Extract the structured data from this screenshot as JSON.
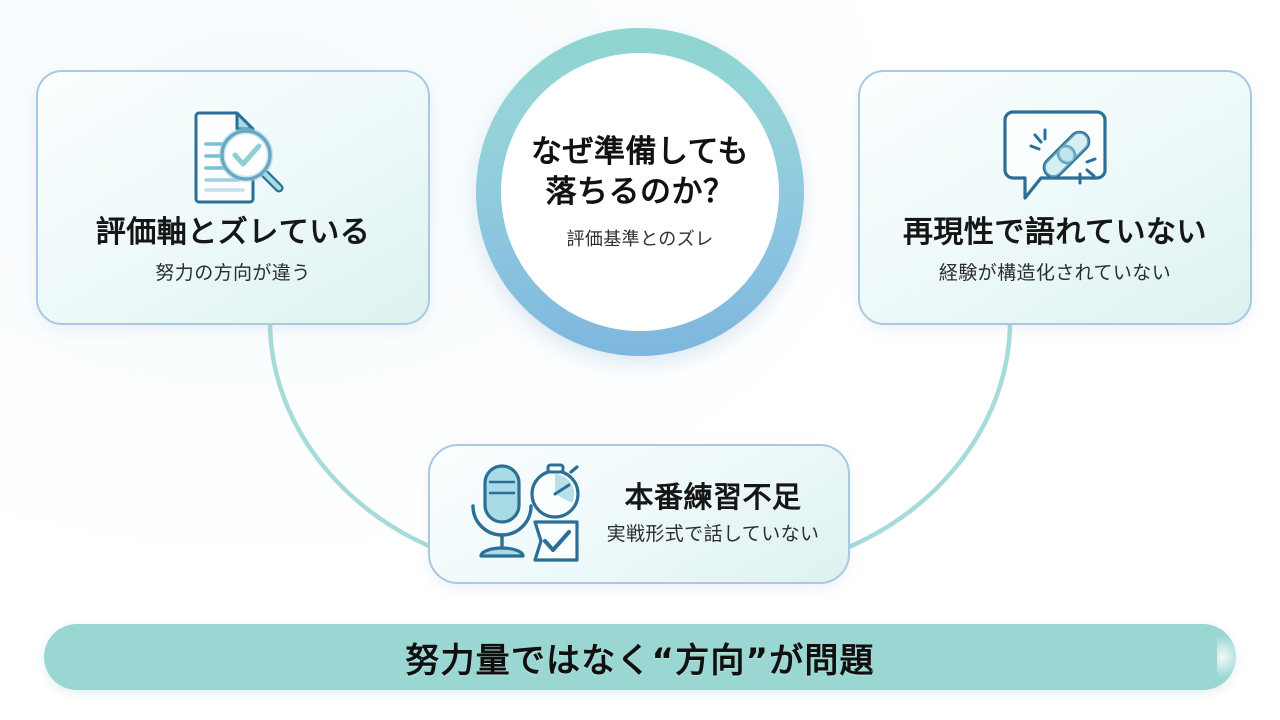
{
  "hub": {
    "title_line1": "なぜ準備しても",
    "title_line2": "落ちるのか？",
    "subtitle": "評価基準とのズレ",
    "ring_color_top": "#8ed5d0",
    "ring_color_bottom": "#7db6dd"
  },
  "cards": {
    "left": {
      "title": "評価軸とズレている",
      "subtitle": "努力の方向が違う",
      "icon": "document-magnifier-check-icon"
    },
    "right": {
      "title": "再現性で語れていない",
      "subtitle": "経験が構造化されていない",
      "icon": "speech-bubble-broken-link-icon"
    },
    "bottom": {
      "title": "本番練習不足",
      "subtitle": "実戦形式で話していない",
      "icon": "microphone-stopwatch-checkbox-icon"
    }
  },
  "banner": {
    "text": "努力量ではなく“方向”が問題",
    "background_color": "#9ad7d3"
  },
  "theme": {
    "card_border": "#a9c9e2",
    "connector_color": "#9ed3da",
    "icon_stroke": "#2c6f96",
    "icon_fill": "#a9dbe6"
  }
}
